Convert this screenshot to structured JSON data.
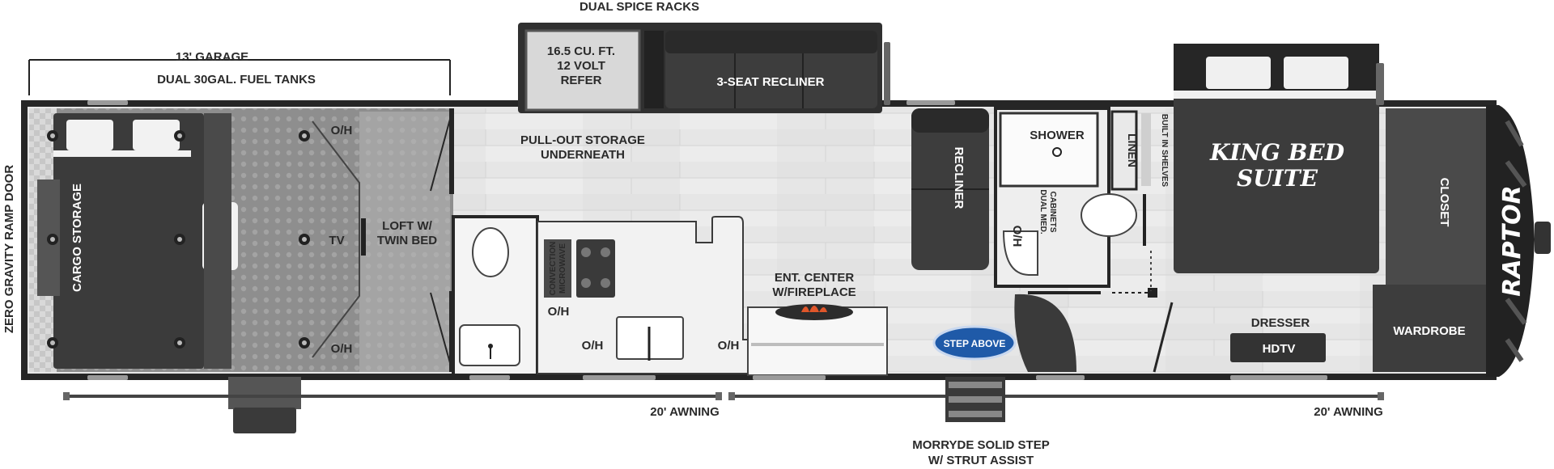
{
  "top_labels": {
    "spice_racks": "DUAL SPICE RACKS",
    "garage": "13' GARAGE",
    "fuel_tanks": "DUAL 30GAL. FUEL TANKS"
  },
  "left_side": {
    "ramp_door": "ZERO GRAVITY RAMP DOOR"
  },
  "garage_area": {
    "cargo_storage": "CARGO STORAGE",
    "oh_top": "O/H",
    "tv": "TV",
    "oh_bottom": "O/H",
    "loft_line1": "LOFT W/",
    "loft_line2": "TWIN BED"
  },
  "slide_top": {
    "refer_line1": "16.5 CU. FT.",
    "refer_line2": "12 VOLT",
    "refer_line3": "REFER",
    "recliner3": "3-SEAT RECLINER",
    "storage_line1": "PULL-OUT STORAGE",
    "storage_line2": "UNDERNEATH"
  },
  "kitchen": {
    "microwave_line1": "CONVECTION",
    "microwave_line2": "MICROWAVE",
    "oh_left": "O/H",
    "oh_sink": "O/H",
    "oh_ent": "O/H",
    "ent_line1": "ENT. CENTER",
    "ent_line2": "W/FIREPLACE"
  },
  "bath": {
    "recliner": "RECLINER",
    "shower": "SHOWER",
    "linen": "LINEN",
    "shelves": "BUILT IN SHELVES",
    "cabinets_line1": "DUAL MED.",
    "cabinets_line2": "CABINETS",
    "oh": "O/H"
  },
  "bedroom": {
    "king_line1": "KING BED",
    "king_line2": "SUITE",
    "closet": "CLOSET",
    "dresser": "DRESSER",
    "hdtv": "HDTV",
    "wardrobe": "WARDROBE"
  },
  "brand": {
    "logo": "RAPTOR",
    "badge": "STEP ABOVE"
  },
  "bottom_labels": {
    "awning_left": "20' AWNING",
    "awning_right": "20' AWNING",
    "step_line1": "MORRYDE SOLID STEP",
    "step_line2": "W/ STRUT ASSIST"
  },
  "colors": {
    "wall": "#2b2b2b",
    "floor": "#e7e7e7",
    "carpet": "#8c8c8c",
    "furniture": "#3a3a3a",
    "accent_blue": "#1f5aa8"
  }
}
